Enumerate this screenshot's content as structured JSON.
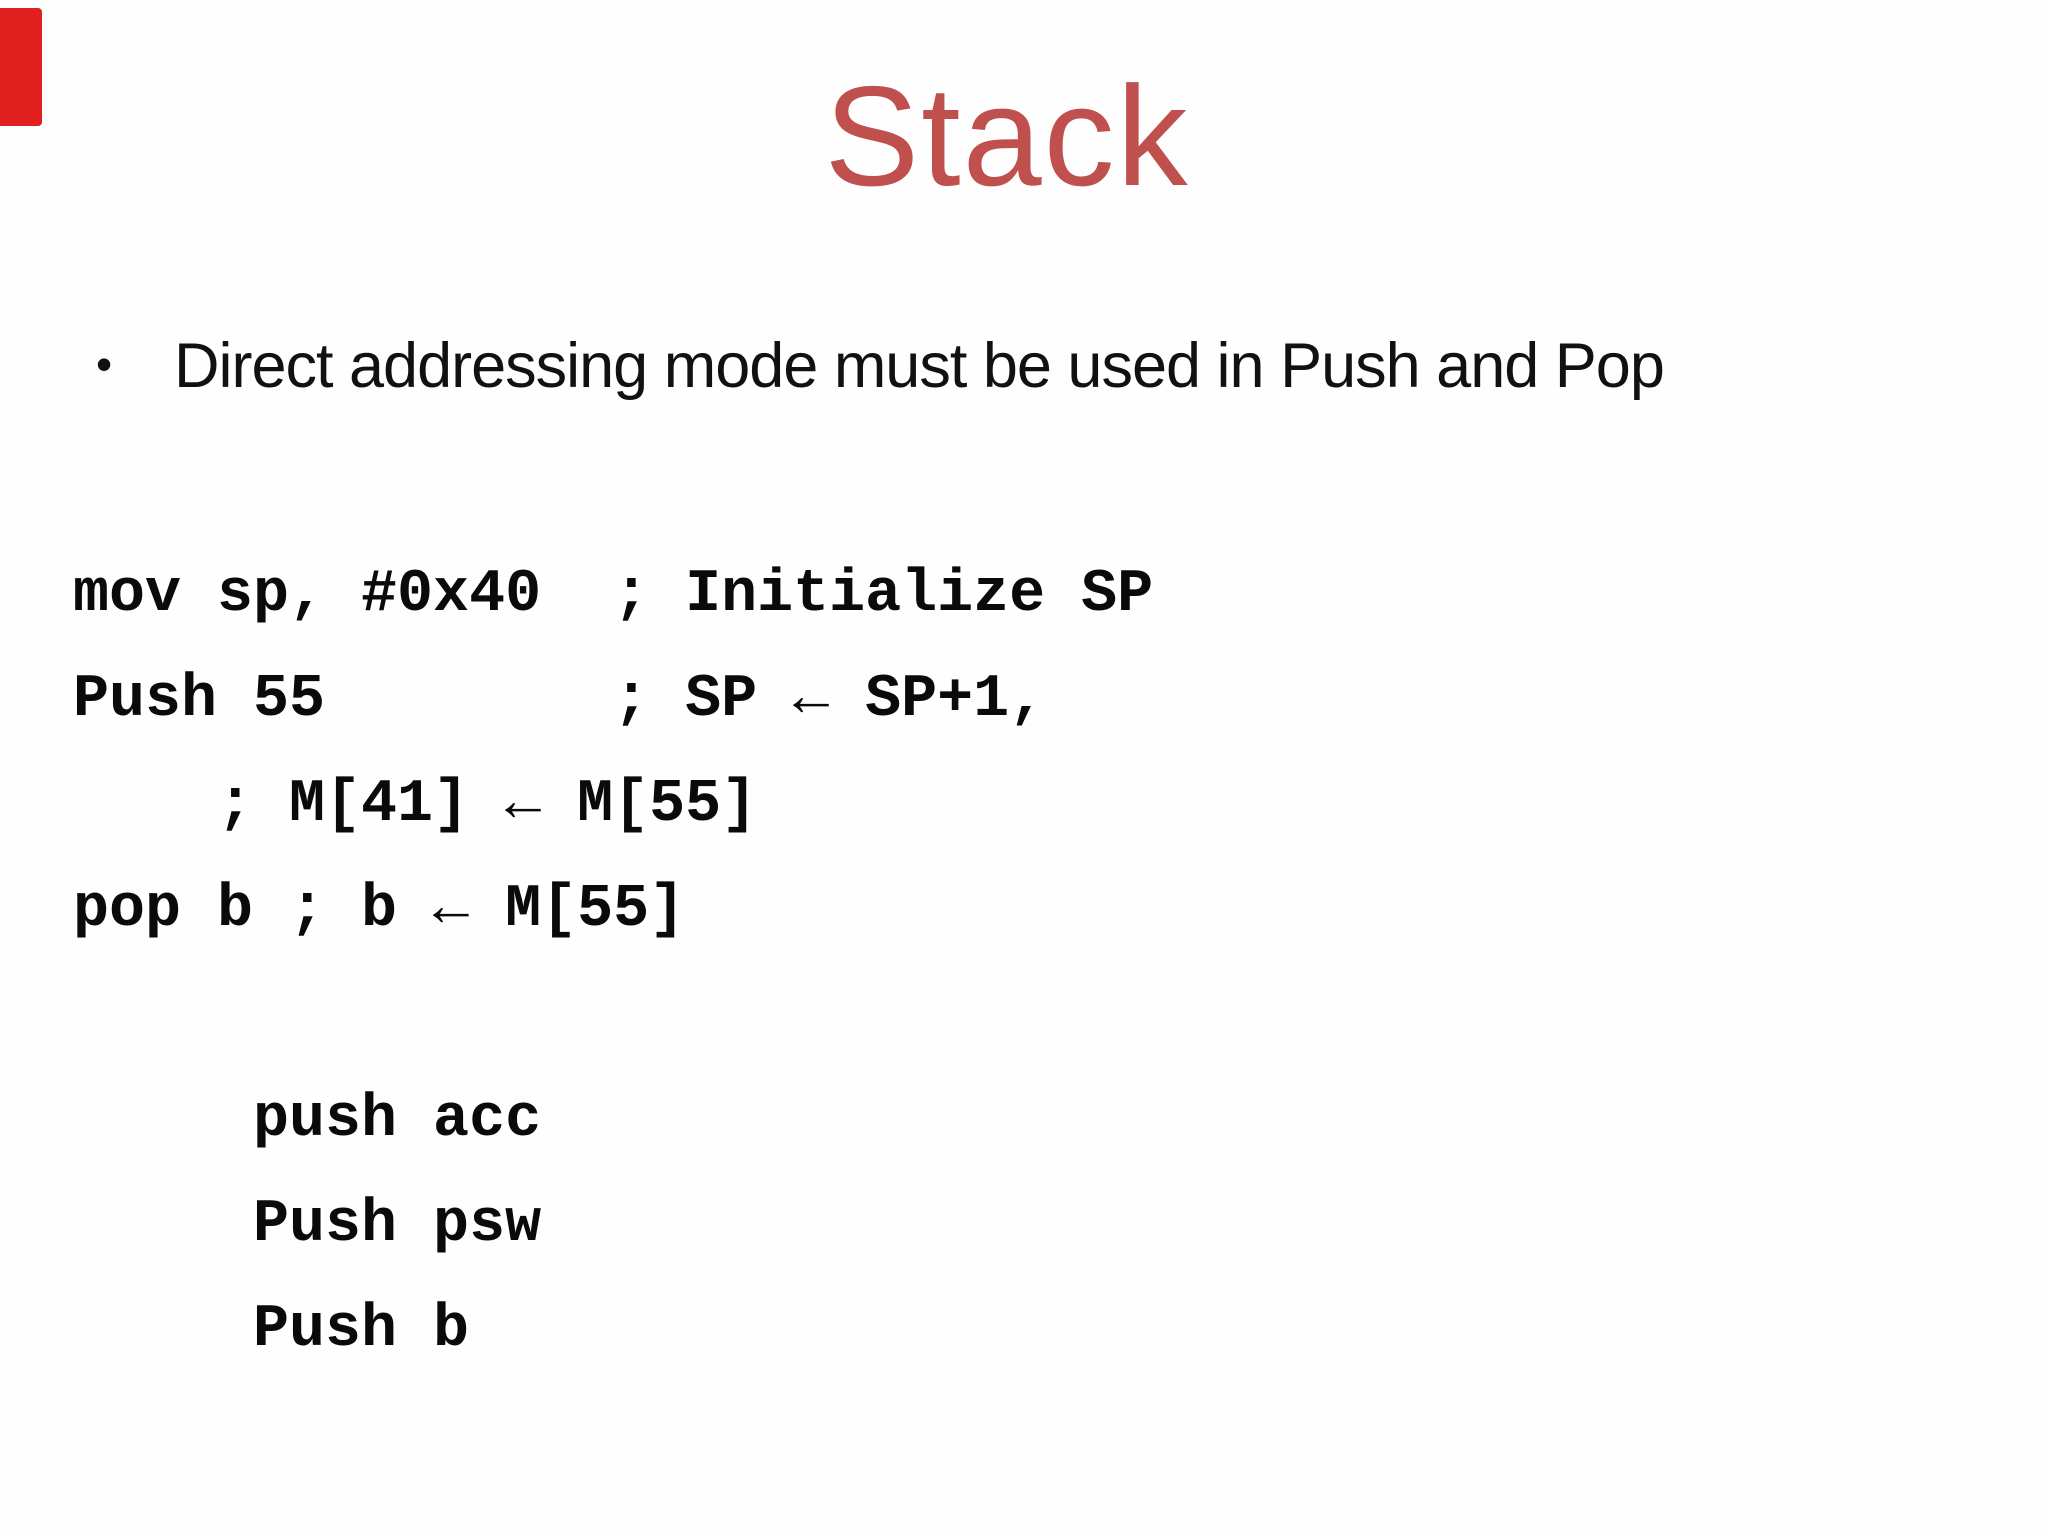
{
  "slide": {
    "title": "Stack",
    "bullet": {
      "marker": "•",
      "text": "Direct addressing mode must be used in Push and Pop"
    },
    "code_lines": [
      "mov sp, #0x40  ; Initialize SP",
      "Push 55        ; SP ← SP+1,",
      "    ; M[41] ← M[55]",
      "pop b ; b ← M[55]",
      "",
      "     push acc",
      "     Push psw",
      "     Push b"
    ],
    "colors": {
      "background": "#fefefe",
      "title_red": "#c0504d",
      "body_text": "#111111",
      "corner_marker_red": "#e01f1f"
    }
  }
}
